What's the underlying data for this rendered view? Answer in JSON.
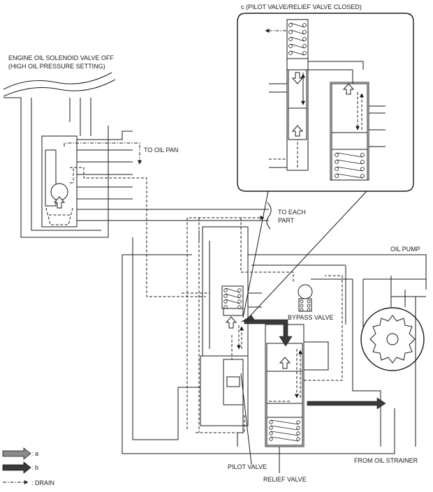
{
  "labels": {
    "inset_title": "c (PILOT VALVE/RELIEF VALVE CLOSED)",
    "solenoid_line1": "ENGINE OIL SOLENOID VALVE OFF",
    "solenoid_line2": "(HIGH OIL PRESSURE SETTING)",
    "to_oil_pan": "TO OIL PAN",
    "to_each_part_line1": "TO EACH",
    "to_each_part_line2": "PART",
    "oil_pump": "OIL PUMP",
    "bypass_valve": "BYPASS VALVE",
    "pilot_valve": "PILOT VALVE",
    "relief_valve": "RELIEF VALVE",
    "from_oil_strainer": "FROM OIL STRAINER"
  },
  "legend": {
    "a_label": ": a",
    "b_label": ": b",
    "drain_label": ": DRAIN",
    "a_color": "#8a8a8a",
    "b_color": "#3a3a3a"
  }
}
